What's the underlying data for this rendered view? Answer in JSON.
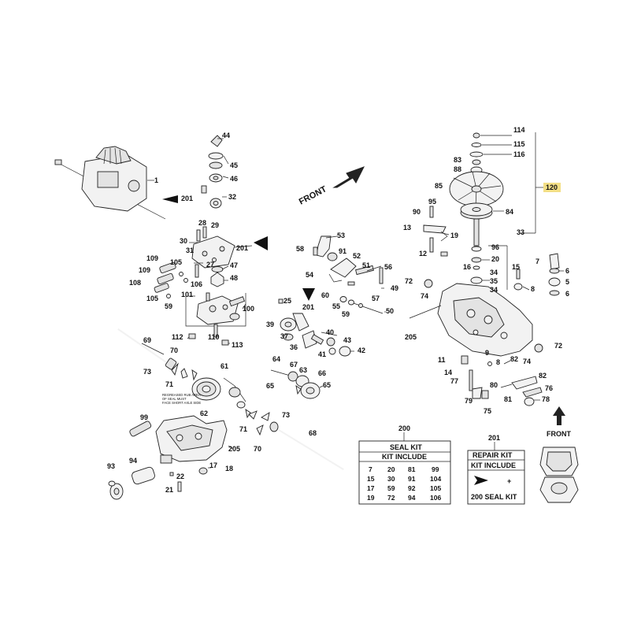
{
  "labels": {
    "p1": "1",
    "p201a": "201",
    "p44": "44",
    "p45": "45",
    "p46": "46",
    "p32": "32",
    "p28": "28",
    "p29": "29",
    "p30": "30",
    "p31": "31",
    "p201b": "201",
    "p27": "27",
    "p47": "47",
    "p48": "48",
    "p109a": "109",
    "p105a": "105",
    "p109b": "109",
    "p106": "106",
    "p108": "108",
    "p105b": "105",
    "p59a": "59",
    "p101": "101",
    "p100": "100",
    "p112": "112",
    "p110": "110",
    "p113": "113",
    "p69": "69",
    "p70a": "70",
    "p73a": "73",
    "p71a": "71",
    "p61": "61",
    "p62": "62",
    "p99": "99",
    "p205a": "205",
    "p93": "93",
    "p94": "94",
    "p17": "17",
    "p18": "18",
    "p22": "22",
    "p21": "21",
    "p71b": "71",
    "p70b": "70",
    "p73b": "73",
    "p68": "68",
    "p53": "53",
    "p58": "58",
    "p91": "91",
    "p52": "52",
    "p56": "56",
    "p54": "54",
    "p51": "51",
    "p49": "49",
    "p25": "25",
    "p201c": "201",
    "p57": "57",
    "p60": "60",
    "p55": "55",
    "p59b": "59",
    "p50": "50",
    "p39": "39",
    "p37": "37",
    "p36": "36",
    "p40": "40",
    "p43": "43",
    "p41": "41",
    "p42": "42",
    "p64": "64",
    "p67": "67",
    "p63": "63",
    "p66": "66",
    "p65a": "65",
    "p65b": "65",
    "p114": "114",
    "p115": "115",
    "p116": "116",
    "p83": "83",
    "p88": "88",
    "p85": "85",
    "p120": "120",
    "p90": "90",
    "p95": "95",
    "p84": "84",
    "p13": "13",
    "p19": "19",
    "p33": "33",
    "p12": "12",
    "p96": "96",
    "p20": "20",
    "p16": "16",
    "p34a": "34",
    "p35": "35",
    "p34b": "34",
    "p15": "15",
    "p8a": "8",
    "p72a": "72",
    "p74a": "74",
    "p7": "7",
    "p6a": "6",
    "p5": "5",
    "p6b": "6",
    "p205b": "205",
    "p11": "11",
    "p9": "9",
    "p8b": "8",
    "p82a": "82",
    "p72b": "72",
    "p14": "14",
    "p74b": "74",
    "p77": "77",
    "p82b": "82",
    "p80": "80",
    "p76": "76",
    "p81": "81",
    "p78": "78",
    "p79": "79",
    "p75": "75"
  },
  "front_arrow_label": "FRONT",
  "front_small_label": "FRONT",
  "note_text": [
    "REGREASED RUB AREA",
    "OF SEAL MUST",
    "FACE SHORT AXLE SIDE"
  ],
  "seal_kit": {
    "ref": "200",
    "title": "SEAL KIT",
    "subtitle": "KIT INCLUDE",
    "columns": [
      [
        "7",
        "15",
        "17",
        "19"
      ],
      [
        "20",
        "30",
        "59",
        "72"
      ],
      [
        "81",
        "91",
        "92",
        "94"
      ],
      [
        "99",
        "104",
        "105",
        "106"
      ]
    ]
  },
  "repair_kit": {
    "ref": "201",
    "title": "REPAIR KIT",
    "subtitle": "KIT INCLUDE",
    "plus": "+",
    "footer": "200 SEAL KIT"
  },
  "colors": {
    "highlight": "#f3df86",
    "ink": "#111111"
  }
}
